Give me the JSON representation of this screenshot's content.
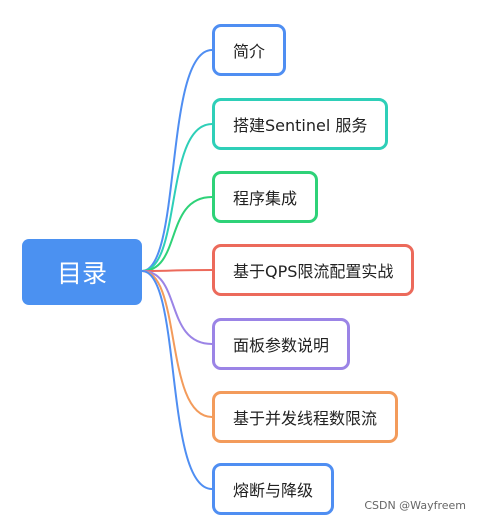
{
  "root": {
    "label": "目录",
    "color": "#4b91f1"
  },
  "branches": [
    {
      "label": "简介",
      "color": "#4f8ef2"
    },
    {
      "label": "搭建Sentinel 服务",
      "color": "#2ecfb8"
    },
    {
      "label": "程序集成",
      "color": "#2ed278"
    },
    {
      "label": "基于QPS限流配置实战",
      "color": "#ec6a5b"
    },
    {
      "label": "面板参数说明",
      "color": "#9b84e6"
    },
    {
      "label": "基于并发线程数限流",
      "color": "#f39b5b"
    },
    {
      "label": "熔断与降级",
      "color": "#4f8ef2"
    }
  ],
  "watermark": "CSDN @Wayfreem"
}
